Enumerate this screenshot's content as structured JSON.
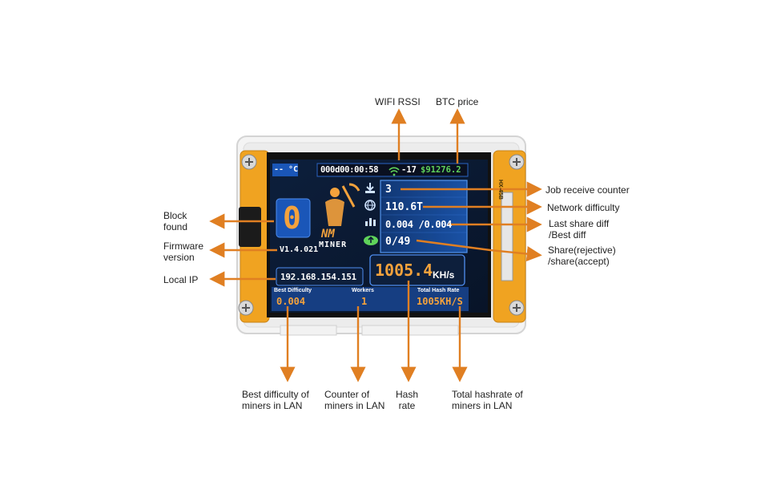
{
  "screen": {
    "temp": "-- °C",
    "uptime": "000d00:00:58",
    "rssi": "-17",
    "btc_price": "$91276.2",
    "block_found": "0",
    "firmware": "V1.4.021",
    "brand_top": "NM",
    "brand_bottom": "MINER",
    "job_counter": "3",
    "network_difficulty": "110.6T",
    "share_diff": "0.004 /0.004",
    "shares": "0/49",
    "hash_rate": "1005.4",
    "hash_unit": "KH/s",
    "local_ip": "192.168.154.151",
    "best_difficulty_label": "Best Difficulty",
    "best_difficulty_value": "0.004",
    "workers_label": "Workers",
    "workers_value": "1",
    "total_hash_label": "Total Hash Rate",
    "total_hash_value": "1005KH/S",
    "side_label": "HX-45B"
  },
  "callouts": {
    "wifi_rssi": "WIFI RSSI",
    "btc_price": "BTC price",
    "block_found": [
      "Block",
      "found"
    ],
    "firmware_version": [
      "Firmware",
      "version"
    ],
    "local_ip": "Local IP",
    "job_receive_counter": "Job receive counter",
    "network_difficulty": "Network difficulty",
    "last_share_diff": [
      "Last share diff",
      "/Best diff"
    ],
    "share": [
      "Share(rejective)",
      "/share(accept)"
    ],
    "best_difficulty_lan": [
      "Best difficulty of",
      "miners in LAN"
    ],
    "counter_lan": [
      "Counter of",
      "miners in LAN"
    ],
    "hash_rate": [
      "Hash",
      "rate"
    ],
    "total_hashrate_lan": [
      "Total hashrate of",
      "miners in LAN"
    ]
  },
  "colors": {
    "arrow": "#e07f22",
    "bezel_orange": "#f0a321",
    "screen_bg": "#0b1a33",
    "lcd_orange": "#f4a23c",
    "lcd_green": "#5fd35a"
  }
}
